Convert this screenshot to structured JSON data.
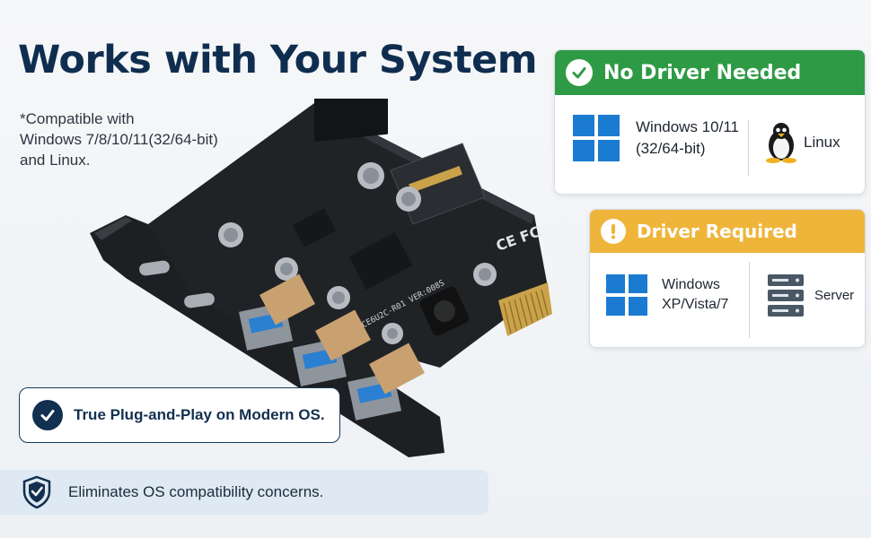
{
  "header": {
    "title": "Works with Your System",
    "compat_lines": [
      "*Compatible with",
      "Windows 7/8/10/11(32/64-bit)",
      "and Linux."
    ]
  },
  "no_driver": {
    "title": "No Driver Needed",
    "items": [
      {
        "label_lines": [
          "Windows 10/11",
          "(32/64-bit)"
        ],
        "icon": "windows-logo-icon"
      },
      {
        "label_lines": [
          "Linux"
        ],
        "icon": "linux-penguin-icon"
      }
    ]
  },
  "driver_required": {
    "title": "Driver Required",
    "items": [
      {
        "label_lines": [
          "Windows",
          "XP/Vista/7"
        ],
        "icon": "windows-logo-icon"
      },
      {
        "label_lines": [
          "Server"
        ],
        "icon": "server-icon"
      }
    ]
  },
  "feature_pill": {
    "text": "True Plug-and-Play on Modern OS.",
    "icon": "check-circle-icon"
  },
  "banner": {
    "text": "Eliminates OS compatibility concerns.",
    "icon": "shield-check-icon"
  },
  "product": {
    "board_text": "PCE6U2C-R01 VER:008S",
    "markings": [
      "CE",
      "FC"
    ]
  },
  "colors": {
    "title": "#0f2e4f",
    "green": "#2f9a45",
    "yellow": "#efb53a",
    "windows_blue": "#1a7bd1",
    "navy": "#12304f"
  }
}
